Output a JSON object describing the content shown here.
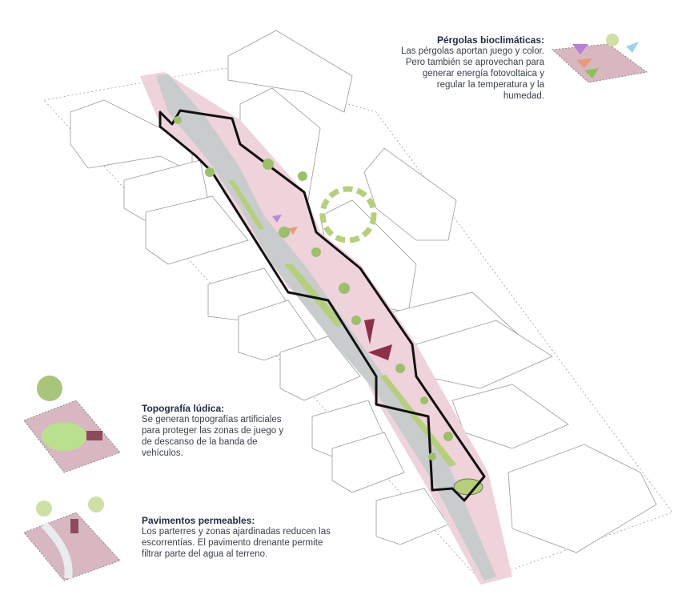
{
  "notes": {
    "pergolas": {
      "title": "Pérgolas bioclimáticas:",
      "body": "Las pérgolas aportan juego y color. Pero también se aprovechan para generar energía fotovoltaica y regular la temperatura y la humedad."
    },
    "topografia": {
      "title": "Topografía lúdica:",
      "body": "Se generan topografías artificiales para proteger las zonas de juego y de descanso de la banda de vehículos."
    },
    "pavimentos": {
      "title": "Pavimentos permeables:",
      "body": "Los parterres y zonas ajardinadas reducen las escorrentías. El pavimento drenante permite filtrar parte del agua al terreno."
    }
  },
  "colors": {
    "pink": "#e9c9d2",
    "road": "#c9cccc",
    "green": "#b5cf7a",
    "outline": "#111111",
    "text_title": "#1f2a44"
  }
}
